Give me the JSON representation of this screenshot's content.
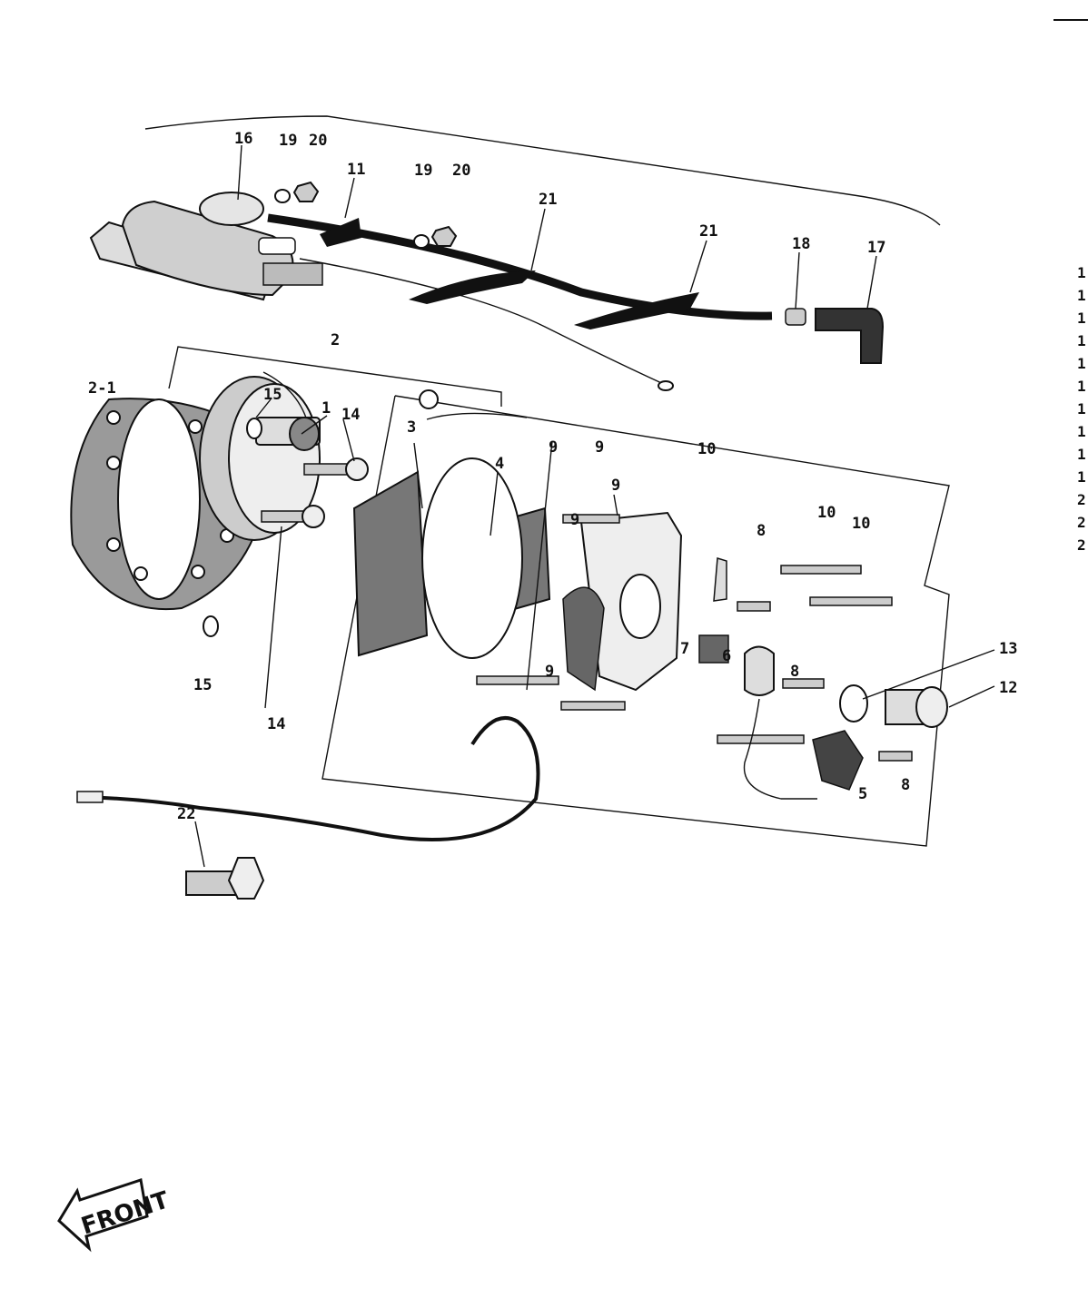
{
  "diagram": {
    "callouts": [
      {
        "id": "c16",
        "text": "16"
      },
      {
        "id": "c19a",
        "text": "19"
      },
      {
        "id": "c20a",
        "text": "20"
      },
      {
        "id": "c11",
        "text": "11"
      },
      {
        "id": "c19b",
        "text": "19"
      },
      {
        "id": "c20b",
        "text": "20"
      },
      {
        "id": "c21a",
        "text": "21"
      },
      {
        "id": "c21b",
        "text": "21"
      },
      {
        "id": "c18",
        "text": "18"
      },
      {
        "id": "c17",
        "text": "17"
      },
      {
        "id": "c2",
        "text": "2"
      },
      {
        "id": "c2-1",
        "text": "2-1"
      },
      {
        "id": "c15a",
        "text": "15"
      },
      {
        "id": "c14a",
        "text": "14"
      },
      {
        "id": "c1",
        "text": "1"
      },
      {
        "id": "c3",
        "text": "3"
      },
      {
        "id": "c4",
        "text": "4"
      },
      {
        "id": "c9a",
        "text": "9"
      },
      {
        "id": "c9b",
        "text": "9"
      },
      {
        "id": "c8a",
        "text": "8"
      },
      {
        "id": "c10a",
        "text": "10"
      },
      {
        "id": "c10b",
        "text": "10"
      },
      {
        "id": "c7",
        "text": "7"
      },
      {
        "id": "c6",
        "text": "6"
      },
      {
        "id": "c8b",
        "text": "8"
      },
      {
        "id": "c13",
        "text": "13"
      },
      {
        "id": "c12",
        "text": "12"
      },
      {
        "id": "c9c",
        "text": "9"
      },
      {
        "id": "c15b",
        "text": "15"
      },
      {
        "id": "c14b",
        "text": "14"
      },
      {
        "id": "c9d",
        "text": "9"
      },
      {
        "id": "c9e",
        "text": "9"
      },
      {
        "id": "c10c",
        "text": "10"
      },
      {
        "id": "c8c",
        "text": "8"
      },
      {
        "id": "c5",
        "text": "5"
      },
      {
        "id": "c22",
        "text": "22"
      }
    ],
    "front_arrow_label": "FRONT",
    "margin_digits": [
      "1",
      "1",
      "1",
      "1",
      "1",
      "1",
      "1",
      "1",
      "1",
      "1",
      "2",
      "2",
      "2"
    ]
  }
}
